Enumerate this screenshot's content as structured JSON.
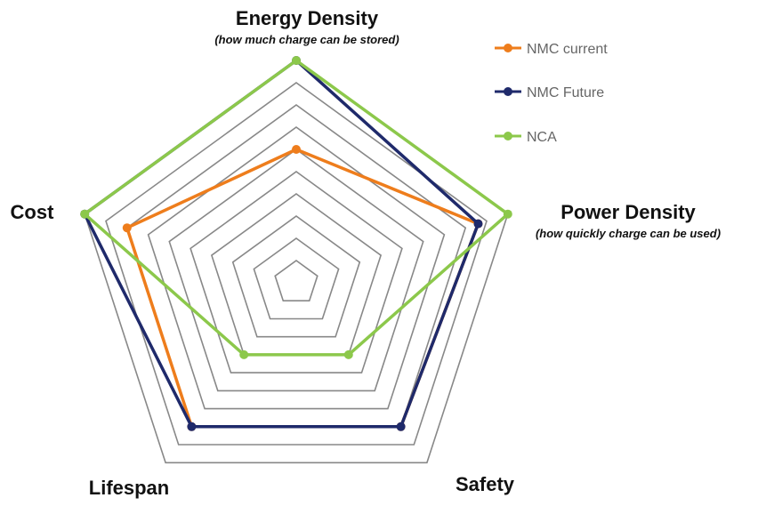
{
  "chart_data": {
    "type": "radar",
    "axes": [
      {
        "label": "Energy Density",
        "sublabel": "(how much charge can be stored)"
      },
      {
        "label": "Power Density",
        "sublabel": "(how quickly charge can be used)"
      },
      {
        "label": "Safety",
        "sublabel": ""
      },
      {
        "label": "Lifespan",
        "sublabel": ""
      },
      {
        "label": "Cost",
        "sublabel": ""
      }
    ],
    "range": [
      0,
      10
    ],
    "grid_levels": 10,
    "series": [
      {
        "name": "NMC current",
        "color": "#ee7d1c",
        "values": [
          6,
          8.6,
          8,
          8,
          8
        ]
      },
      {
        "name": "NMC Future",
        "color": "#1f2a6b",
        "values": [
          10,
          8.6,
          8,
          8,
          10
        ]
      },
      {
        "name": "NCA",
        "color": "#8cc84b",
        "values": [
          10,
          10,
          4,
          4,
          10
        ]
      }
    ],
    "legend": "top-right"
  }
}
